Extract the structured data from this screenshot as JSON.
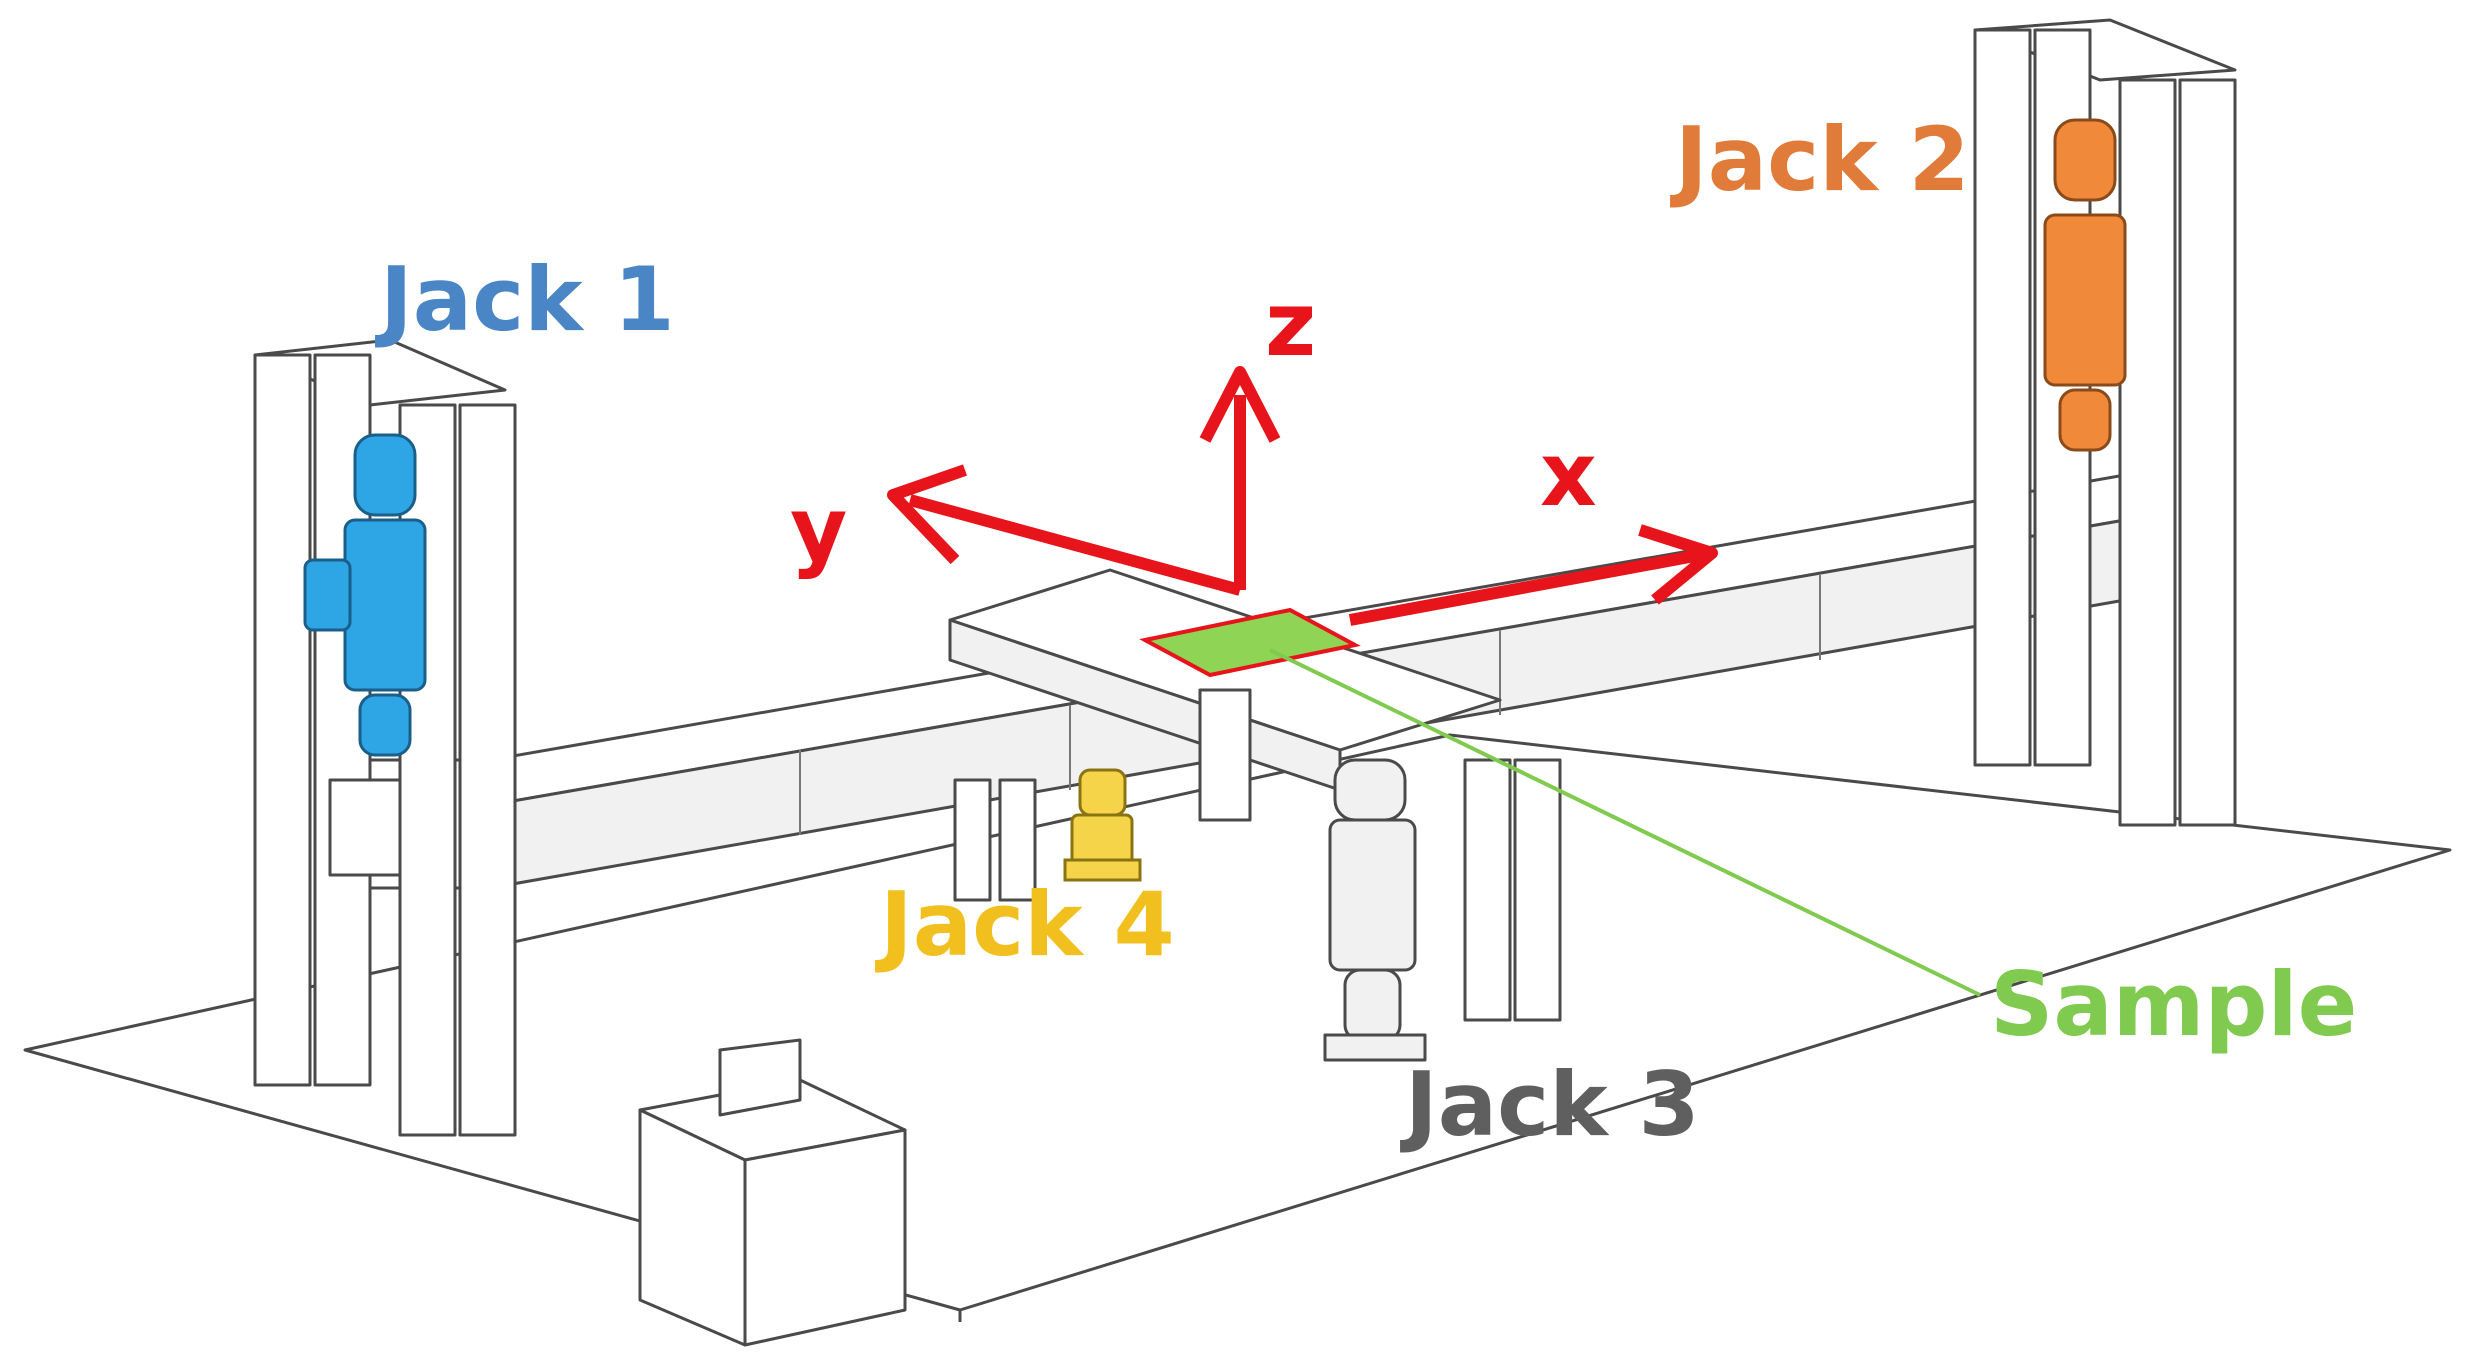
{
  "labels": {
    "jack1": "Jack 1",
    "jack2": "Jack 2",
    "jack3": "Jack 3",
    "jack4": "Jack 4",
    "sample": "Sample"
  },
  "axes": {
    "x": "x",
    "y": "y",
    "z": "z"
  },
  "colors": {
    "jack1": "#4a86c5",
    "jack2": "#e07b39",
    "jack3": "#5f5f5f",
    "jack4": "#f2c01e",
    "sample": "#7fca4f",
    "axes": "#e8141b",
    "jack1_device": "#2ea6e6",
    "jack2_device": "#f08a3a",
    "jack4_device": "#f6d44a",
    "jack3_device": "#9a9a9a"
  }
}
